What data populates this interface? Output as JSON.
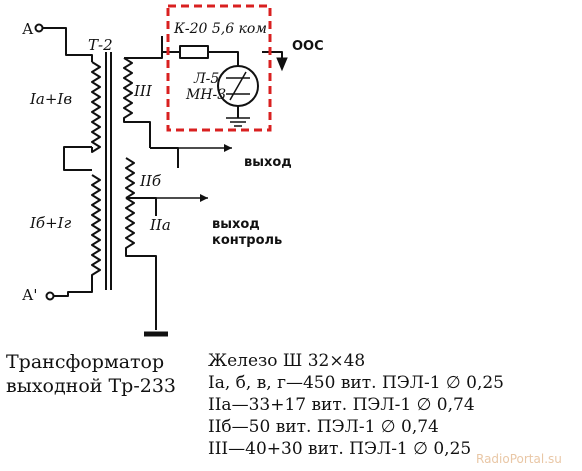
{
  "terminals": {
    "a": "А",
    "a_prime": "А'"
  },
  "transformer": {
    "designation": "Т-2"
  },
  "windings": {
    "w_ia_ib": "Iа+Iв",
    "w_ib_ig": "Iб+Iг",
    "w_iii": "III",
    "w_iib": "IIб",
    "w_iia": "IIа"
  },
  "highlight": {
    "resistor": "К-20  5,6 ком",
    "lamp_line1": "Л-5",
    "lamp_line2": "МН-3"
  },
  "outputs": {
    "oos": "ООС",
    "vyhod": "выход",
    "vyhod_kontrol_1": "выход",
    "vyhod_kontrol_2": "контроль"
  },
  "caption": {
    "line1": "Трансформатор",
    "line2": "выходной Тр-233"
  },
  "specs": [
    "Железо Ш 32×48",
    "Iа, б, в, г—450 вит. ПЭЛ-1 ∅ 0,25",
    "IIа—33+17 вит. ПЭЛ-1 ∅ 0,74",
    "IIб—50 вит. ПЭЛ-1 ∅ 0,74",
    "III—40+30 вит. ПЭЛ-1 ∅ 0,25"
  ],
  "watermark": "RadioPortal.su",
  "colors": {
    "highlight_box": "#d92020",
    "ink": "#111111"
  }
}
